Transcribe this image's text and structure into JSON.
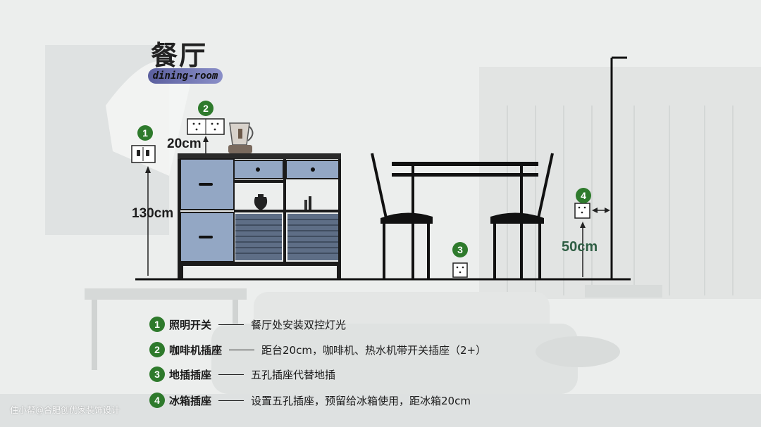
{
  "title": "餐厅",
  "subtitle": "dining-room",
  "dimensions": {
    "switch_height": "130cm",
    "coffee_outlet_height": "20cm",
    "fridge_outlet_height": "50cm"
  },
  "markers": [
    "1",
    "2",
    "3",
    "4"
  ],
  "legend": [
    {
      "num": "1",
      "name": "照明开关",
      "desc": "餐厅处安装双控灯光"
    },
    {
      "num": "2",
      "name": "咖啡机插座",
      "desc": "距台20cm，咖啡机、热水机带开关插座（2+）"
    },
    {
      "num": "3",
      "name": "地插插座",
      "desc": "五孔插座代替地插"
    },
    {
      "num": "4",
      "name": "冰箱插座",
      "desc": "设置五孔插座，预留给冰箱使用，距冰箱20cm"
    }
  ],
  "watermark": "住小帮@合肥创优家装饰设计",
  "colors": {
    "badge": "#2e7a2c",
    "cabinet_blue": "#93a7c4",
    "line": "#111111",
    "dimension_green": "#2f5e44"
  }
}
